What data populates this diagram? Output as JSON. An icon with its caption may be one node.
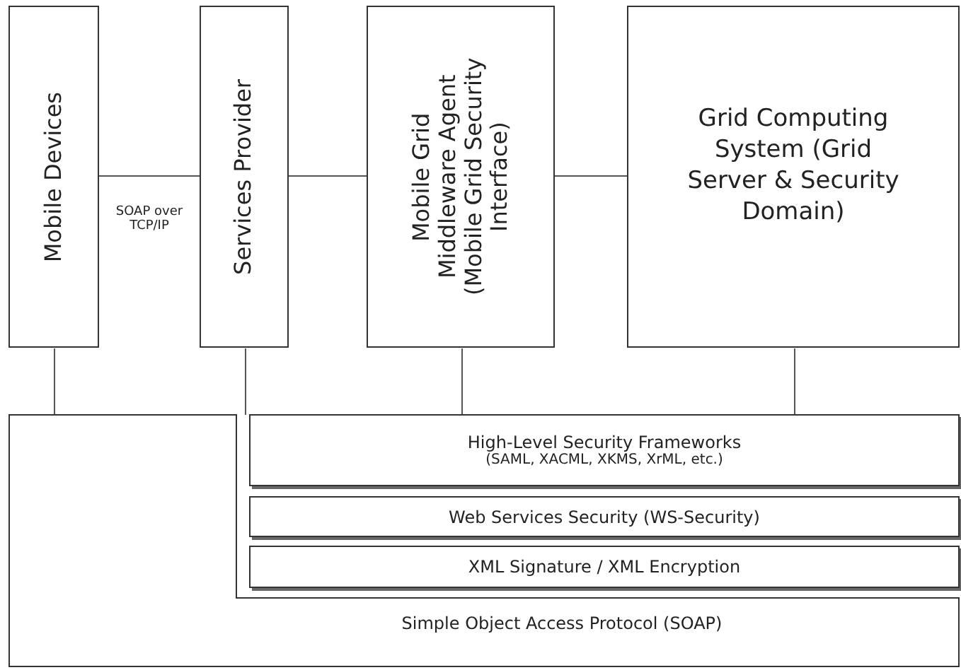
{
  "diagram": {
    "nodes": [
      {
        "text": [
          "Mobile Devices"
        ]
      },
      {
        "text": [
          "Services Provider"
        ]
      },
      {
        "text": [
          "Mobile Grid Middleware Agent (Mobile Grid Security Interface)"
        ]
      },
      {
        "text": [
          "Grid Computing System (Grid Server & Security Domain)"
        ]
      },
      {
        "text": [
          "Simple Object Access Protocol (SOAP)"
        ]
      },
      {
        "text": [
          "High-Level Security Frameworks",
          "(SAML, XACML, XKMS, XrML, etc.)"
        ]
      },
      {
        "text": [
          "Web Services Security (WS-Security)"
        ]
      },
      {
        "text": [
          "XML Signature / XML Encryption"
        ]
      }
    ],
    "edges": [
      {
        "from": 0,
        "to": 1,
        "arrow": "none",
        "label": "SOAP over TCP/IP"
      },
      {
        "from": 1,
        "to": 2,
        "arrow": "none"
      },
      {
        "from": 2,
        "to": 3,
        "arrow": "none"
      },
      {
        "from": 0,
        "to": 4,
        "arrow": "none"
      },
      {
        "from": 1,
        "to": 4,
        "arrow": "none"
      },
      {
        "from": 2,
        "to": 5,
        "arrow": "none"
      },
      {
        "from": 3,
        "to": 5,
        "arrow": "none"
      }
    ]
  }
}
